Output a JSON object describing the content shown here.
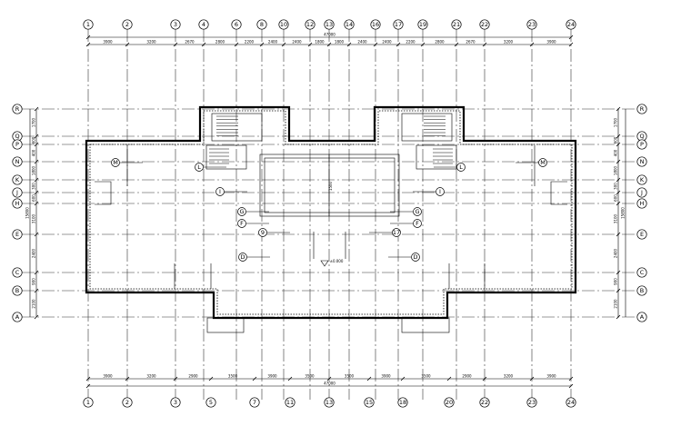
{
  "top_axes": [
    "1",
    "2",
    "3",
    "4",
    "6",
    "8",
    "10",
    "12",
    "13",
    "14",
    "16",
    "17",
    "19",
    "21",
    "22",
    "23",
    "24"
  ],
  "bottom_axes": [
    "1",
    "2",
    "3",
    "5",
    "7",
    "11",
    "13",
    "15",
    "18",
    "20",
    "22",
    "23",
    "24"
  ],
  "left_axes": [
    "R",
    "Q",
    "P",
    "N",
    "K",
    "J",
    "H",
    "E",
    "C",
    "B",
    "A"
  ],
  "right_axes": [
    "R",
    "Q",
    "P",
    "N",
    "K",
    "J",
    "H",
    "E",
    "C",
    "B",
    "A"
  ],
  "top_dims": [
    "3900",
    "3200",
    "2670",
    "2800",
    "2200",
    "2400",
    "2400",
    "1800",
    "1800",
    "2400",
    "2400",
    "2200",
    "2800",
    "2670",
    "3200",
    "3900"
  ],
  "top_total": "47000",
  "bottom_dims": [
    "3900",
    "3200",
    "2900",
    "3500",
    "3900",
    "3500",
    "3500",
    "3900",
    "3500",
    "2900",
    "3200",
    "3900"
  ],
  "bottom_total": "47000",
  "left_dims": [
    "1700",
    "600",
    "400",
    "1800",
    "300",
    "600",
    "3100",
    "2400",
    "900",
    "2100"
  ],
  "left_total": "15800",
  "right_dims": [
    "1700",
    "600",
    "400",
    "1800",
    "300",
    "600",
    "3100",
    "2400",
    "900",
    "2100"
  ],
  "right_total": "15800",
  "interior_tags": [
    "M",
    "L",
    "I",
    "G",
    "F",
    "9",
    "D",
    "M",
    "L",
    "I",
    "G",
    "F",
    "17",
    "D"
  ],
  "center_note": "1500",
  "level_mark": "±0.000"
}
